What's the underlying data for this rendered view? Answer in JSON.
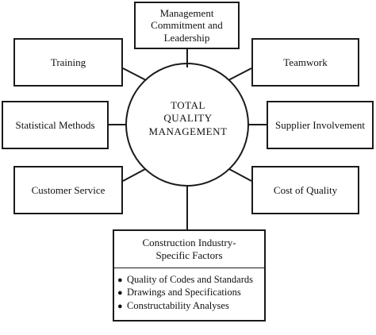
{
  "center": {
    "lines": [
      "TOTAL",
      "QUALITY",
      "MANAGEMENT"
    ]
  },
  "boxes": {
    "management": [
      "Management",
      "Commitment and",
      "Leadership"
    ],
    "training": "Training",
    "teamwork": "Teamwork",
    "statistical": "Statistical Methods",
    "supplier": "Supplier Involvement",
    "customer": "Customer Service",
    "cost": "Cost of Quality"
  },
  "construction": {
    "title_lines": [
      "Construction Industry-",
      "Specific Factors"
    ],
    "items": [
      "Quality of Codes and Standards",
      "Drawings and Specifications",
      "Constructability Analyses"
    ]
  }
}
